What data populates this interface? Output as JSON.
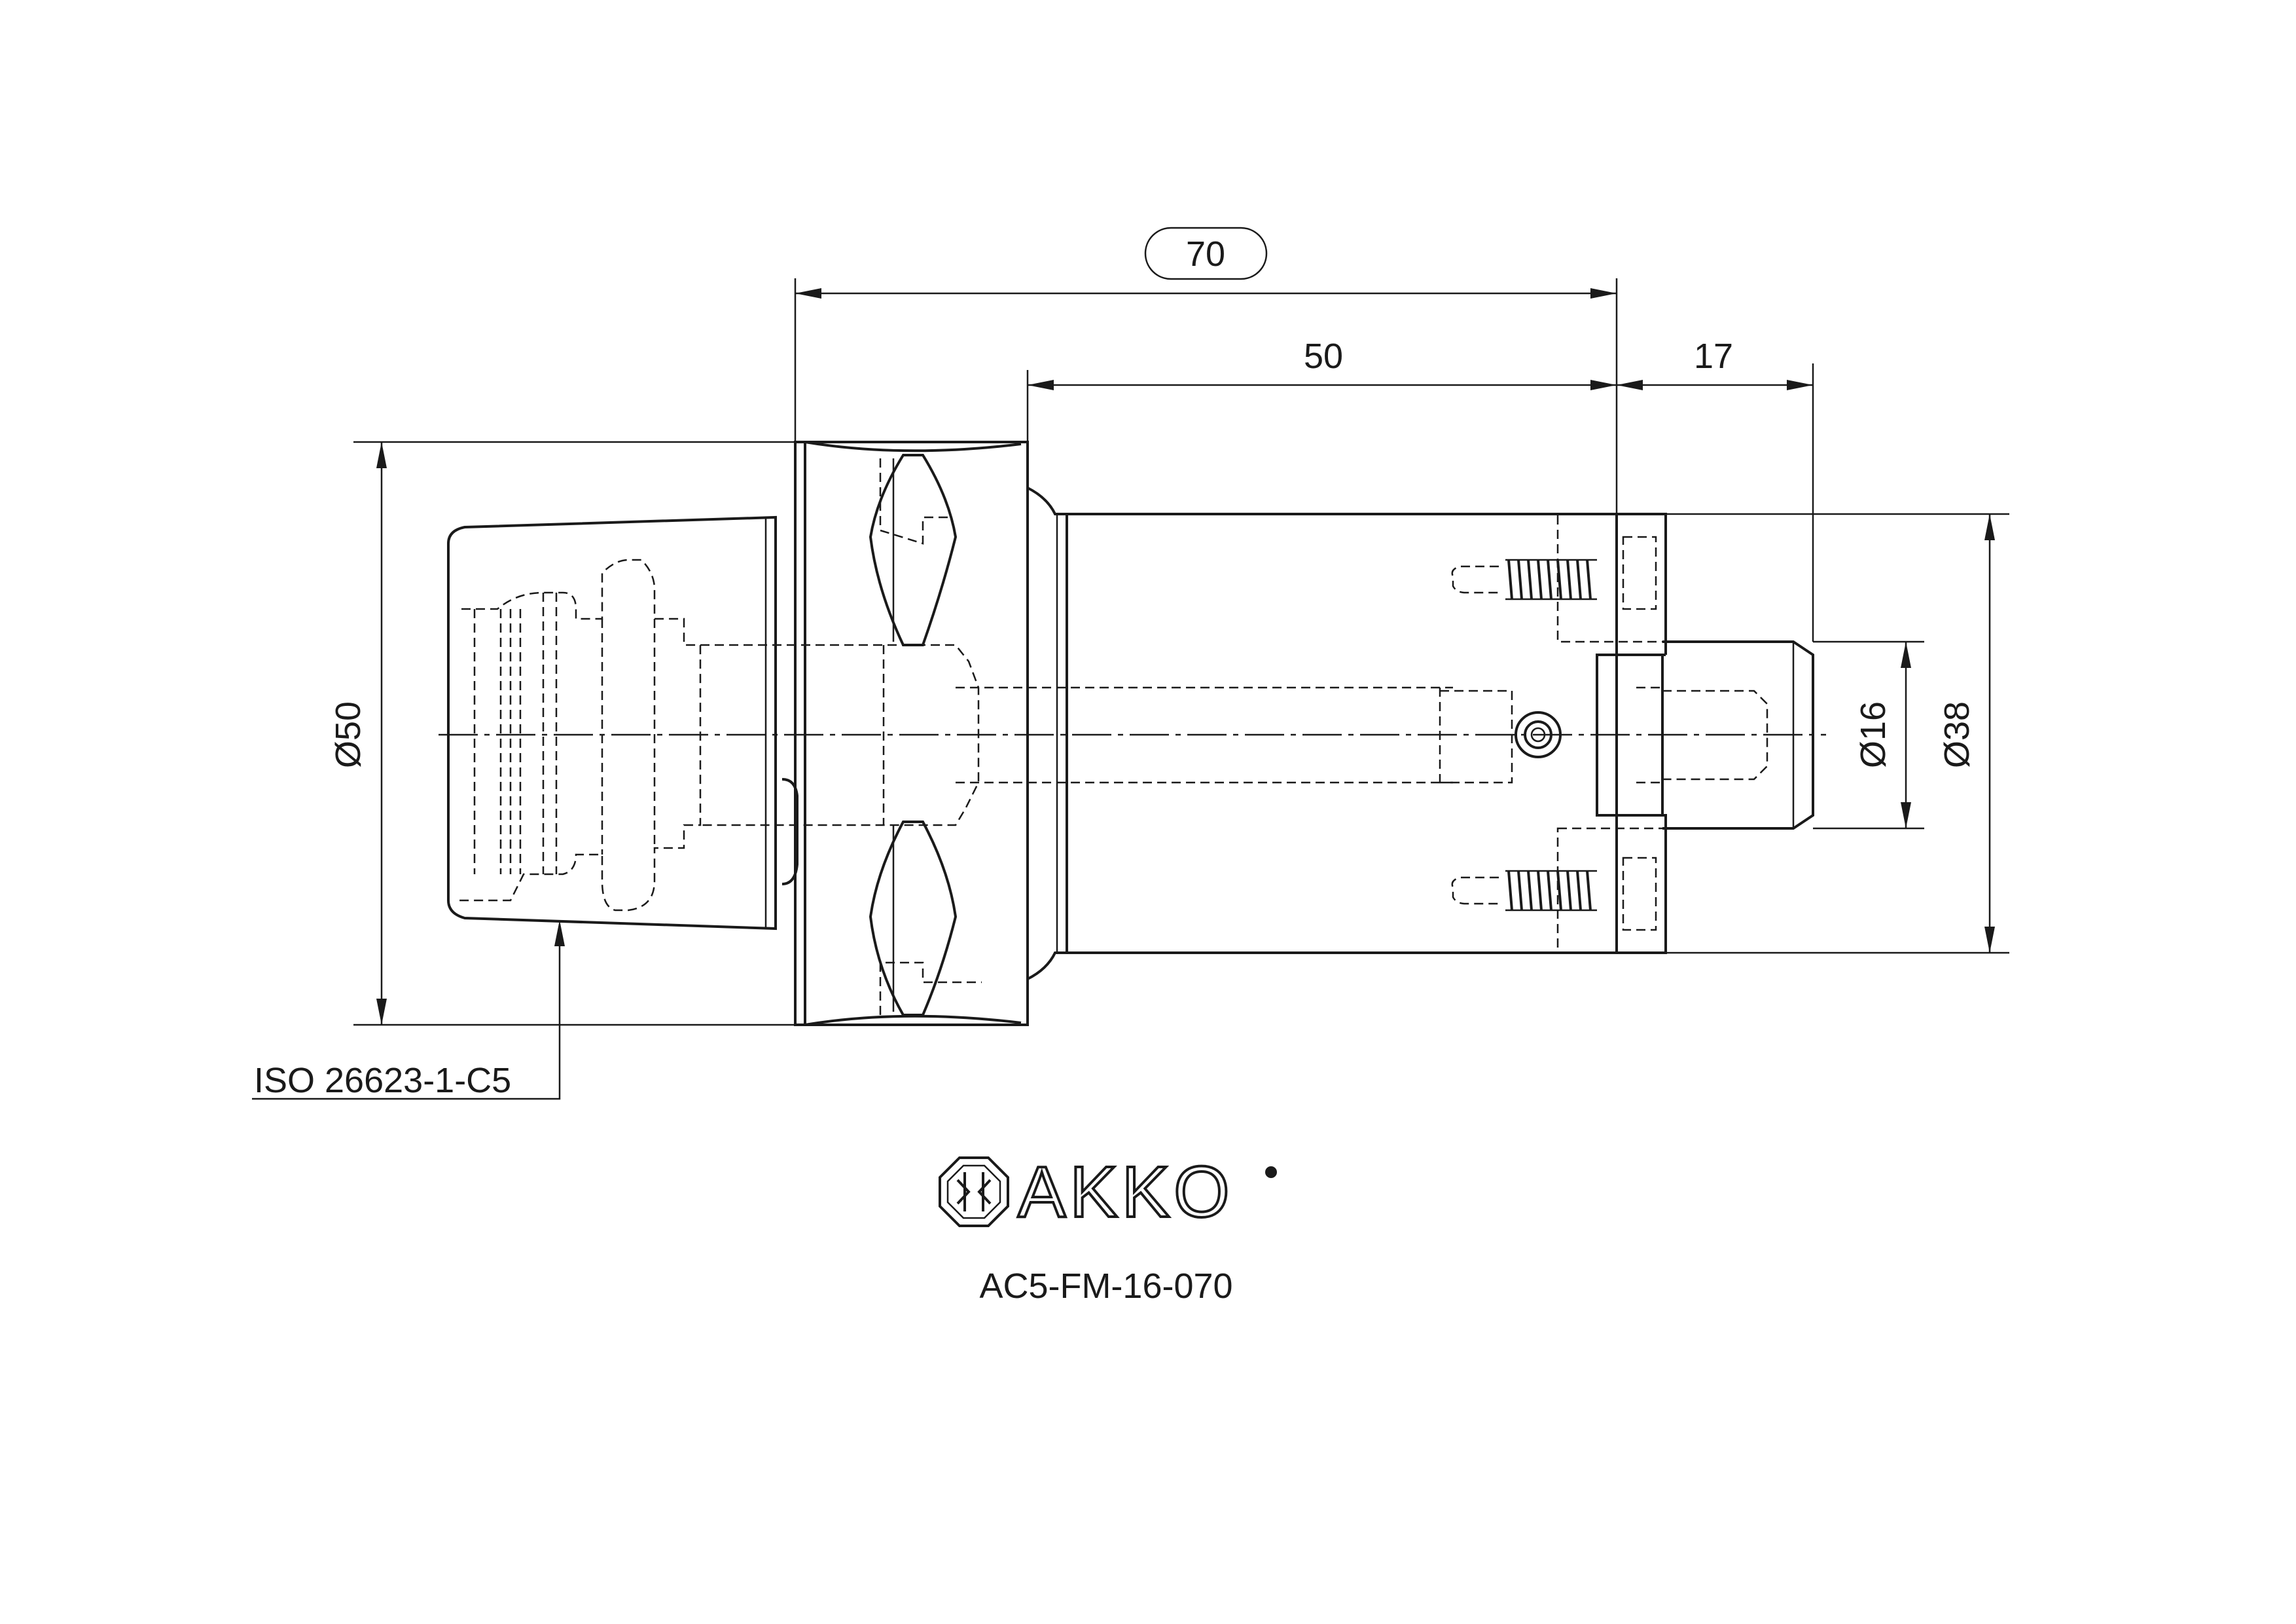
{
  "dimensions": {
    "overall_length": "70",
    "body_length": "50",
    "projection": "17",
    "flange_diameter": "Ø50",
    "inner_diameter": "Ø16",
    "body_diameter": "Ø38"
  },
  "interface_label": "ISO 26623-1-C5",
  "brand": {
    "name": "AKKO"
  },
  "part_number": "AC5-FM-16-070"
}
